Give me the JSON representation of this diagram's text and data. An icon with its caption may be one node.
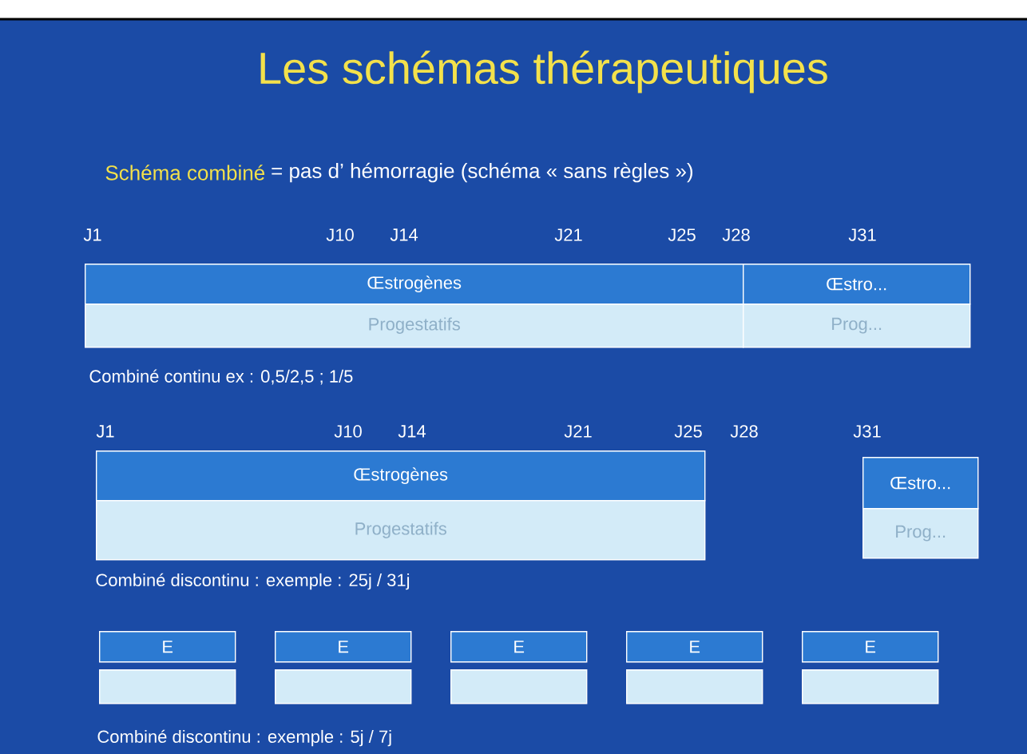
{
  "diagram": {
    "title": "Les schémas thérapeutiques",
    "nodes": [
      {
        "text": [
          "Œstrogènes"
        ]
      },
      {
        "text": [
          "Œstro..."
        ]
      },
      {
        "text": [
          "Progestatifs"
        ]
      },
      {
        "text": [
          "Prog..."
        ]
      },
      {
        "text": [
          "Œstrogènes"
        ]
      },
      {
        "text": [
          "Œstro..."
        ]
      },
      {
        "text": [
          "Progestatifs"
        ]
      },
      {
        "text": [
          "Prog..."
        ]
      },
      {
        "text": [
          "E"
        ]
      },
      {
        "text": [
          "E"
        ]
      },
      {
        "text": [
          "E"
        ]
      },
      {
        "text": [
          "E"
        ]
      },
      {
        "text": [
          "E"
        ]
      },
      {
        "text": [],
        "shape": "box"
      },
      {
        "text": [],
        "shape": "box"
      },
      {
        "text": [],
        "shape": "box"
      },
      {
        "text": [],
        "shape": "box"
      },
      {
        "text": [],
        "shape": "box"
      }
    ],
    "labels": [
      "Schéma combiné",
      "= pas d’ hémorragie (schéma « sans règles »)",
      "J1",
      "J10",
      "J14",
      "J21",
      "J25",
      "J28",
      "J31",
      "Combiné continu ex : 0,5/2,5 ; 1/5",
      "J1",
      "J10",
      "J14",
      "J21",
      "J25",
      "J28",
      "J31",
      "Combiné discontinu  : exemple : 25j / 31j",
      "Combiné discontinu  : exemple : 5j / 7j"
    ]
  }
}
